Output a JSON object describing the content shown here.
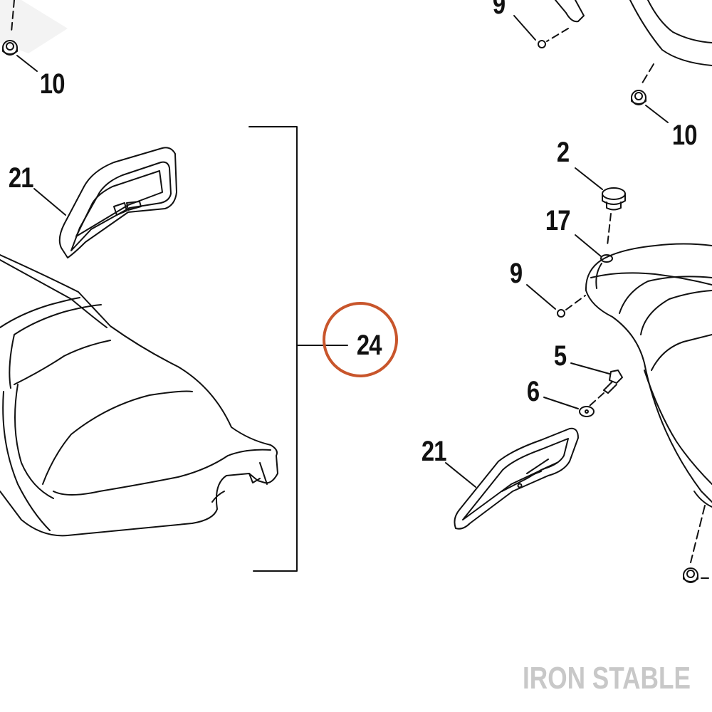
{
  "callouts": {
    "c10_top_left": "10",
    "c9_top_right": "9",
    "c10_right": "10",
    "c21_left": "21",
    "c2": "2",
    "c17": "17",
    "c9_right": "9",
    "c24": "24",
    "c5": "5",
    "c6": "6",
    "c21_right": "21"
  },
  "watermark": "IRON STABLE",
  "colors": {
    "line": "#111111",
    "highlight_circle": "#c8552b",
    "watermark": "#c8c8c8"
  }
}
